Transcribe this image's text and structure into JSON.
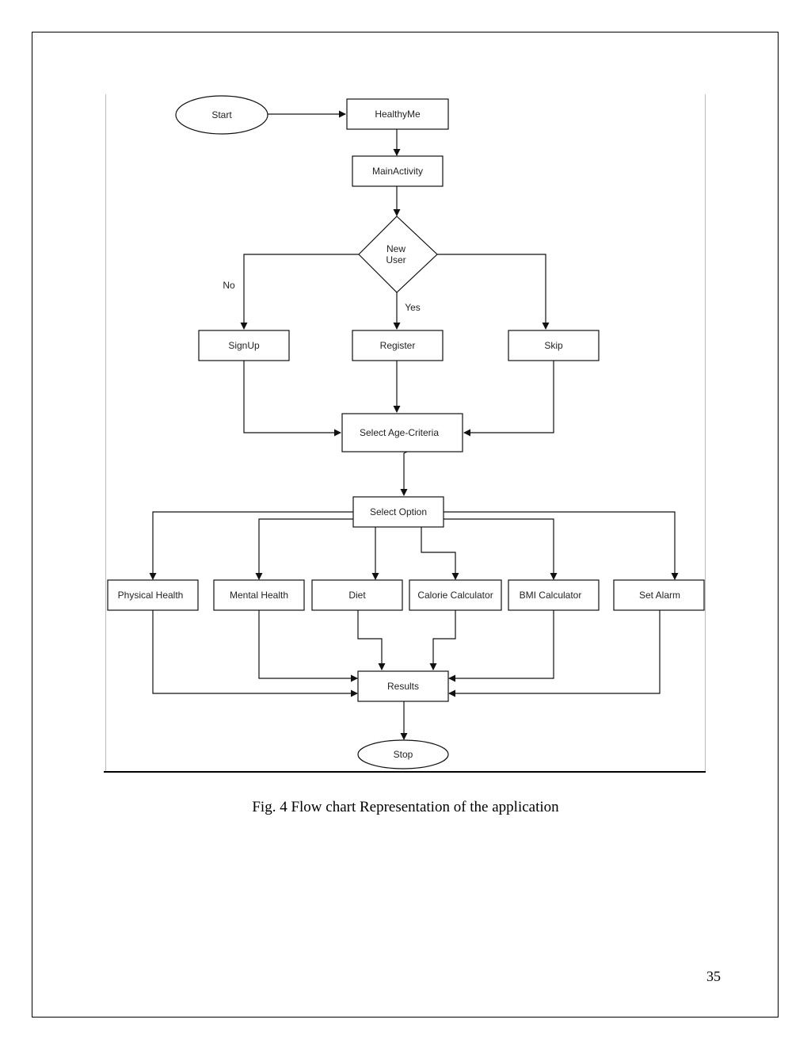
{
  "diagram": {
    "nodes": {
      "start": "Start",
      "healthyme": "HealthyMe",
      "mainactivity": "MainActivity",
      "new_user_line1": "New",
      "new_user_line2": "User",
      "signup": "SignUp",
      "register": "Register",
      "skip": "Skip",
      "age_criteria": "Select Age-Criteria",
      "select_option": "Select Option",
      "physical_health": "Physical Health",
      "mental_health": "Mental Health",
      "diet": "Diet",
      "calorie_calculator": "Calorie Calculator",
      "bmi_calculator": "BMI Calculator",
      "set_alarm": "Set Alarm",
      "results": "Results",
      "stop": "Stop"
    },
    "edge_labels": {
      "no": "No",
      "yes": "Yes"
    }
  },
  "caption": "Fig. 4 Flow chart Representation of the application",
  "page_number": "35"
}
